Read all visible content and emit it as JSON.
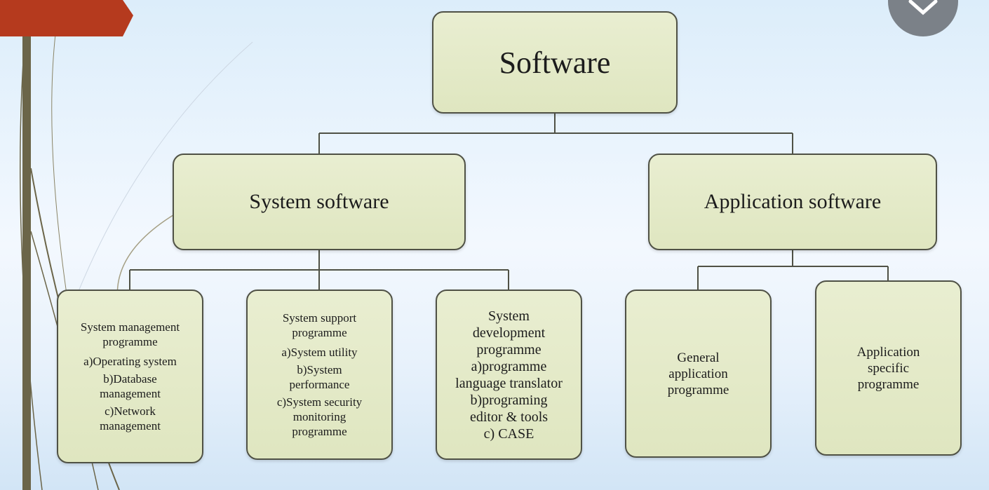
{
  "diagram": {
    "root": {
      "label": "Software"
    },
    "branches": [
      {
        "label": "System software",
        "children": [
          {
            "lines": [
              "System management",
              "programme",
              "a)Operating system",
              "b)Database",
              "management",
              "c)Network",
              "management"
            ]
          },
          {
            "lines": [
              "System support",
              "programme",
              "a)System utility",
              "b)System",
              "performance",
              "c)System security",
              "monitoring",
              "programme"
            ]
          },
          {
            "lines": [
              "System",
              "development",
              "programme",
              "a)programme",
              "language translator",
              "b)programing",
              "editor & tools",
              "c) CASE"
            ]
          }
        ]
      },
      {
        "label": "Application software",
        "children": [
          {
            "lines": [
              "General",
              "application",
              "programme"
            ]
          },
          {
            "lines": [
              "Application",
              "specific",
              "programme"
            ]
          }
        ]
      }
    ]
  },
  "theme": {
    "box_fill": "#e3e9c8",
    "box_border": "#4f5145",
    "connector_color": "#4f5145",
    "accent_tab": "#b53a1e",
    "side_bar": "#6b6549"
  },
  "overlay": {
    "close_icon": "close-icon"
  }
}
